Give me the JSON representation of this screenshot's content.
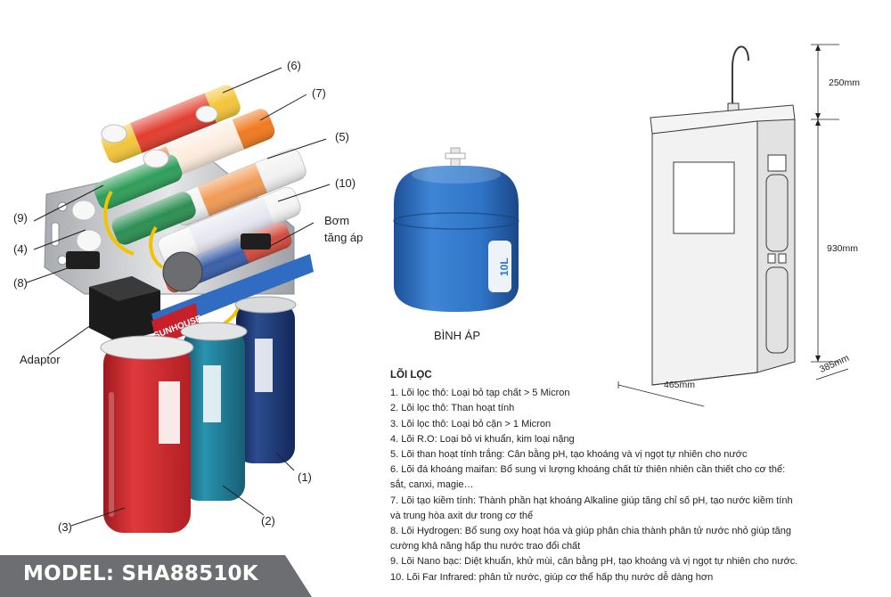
{
  "callouts": {
    "c6": "(6)",
    "c7": "(7)",
    "c5": "(5)",
    "c10": "(10)",
    "pump_line1": "Bơm",
    "pump_line2": "tăng áp",
    "c9": "(9)",
    "c4": "(4)",
    "c8": "(8)",
    "adaptor": "Adaptor",
    "c1": "(1)",
    "c2": "(2)",
    "c3": "(3)"
  },
  "product_labels": {
    "brand": "SUNHOUSE",
    "tank_capacity": "10L"
  },
  "tank": {
    "label": "BÌNH ÁP"
  },
  "dimensions": {
    "height_top": "250mm",
    "height_main": "930mm",
    "width": "465mm",
    "depth": "385mm"
  },
  "legend": {
    "title": "LÕI LỌC",
    "items": [
      "1. Lõi lọc thô: Loại bỏ tạp chất > 5 Micron",
      "2. Lõi lọc thô: Than hoạt tính",
      "3. Lõi lọc thô: Loại bỏ cặn > 1 Micron",
      "4. Lõi R.O: Loại bỏ vi khuẩn, kim loại nặng",
      "5. Lõi than hoạt tính trắng: Cân bằng pH, tạo khoáng và vị ngọt tự nhiên cho nước",
      "6. Lõi đá khoáng maifan: Bổ sung vi lượng khoáng chất từ thiên nhiên cần thiết cho cơ thể:",
      "sắt, canxi, magie…",
      "7. Lõi tạo kiềm tính: Thành phần hạt khoáng Alkaline giúp tăng chỉ số pH, tạo nước kiềm tính",
      "và trung hòa axit dư trong cơ thể",
      "8. Lõi Hydrogen: Bổ sung oxy hoạt hóa và giúp phân chia thành phân tử nước nhỏ giúp tăng",
      "cường khả năng hấp thu nước trao đổi chất",
      "9. Lõi Nano bạc: Diệt khuẩn, khử mùi, cân bằng pH, tạo khoáng và vị ngọt tự nhiên cho nước.",
      "10. Lõi Far Infrared: phân tử nước, giúp cơ thể hấp thụ nước dễ dàng hơn"
    ]
  },
  "model": {
    "text": "MODEL: SHA88510K"
  },
  "colors": {
    "housing_red": "#d7262b",
    "housing_teal": "#1f7f99",
    "housing_navy": "#1f3a77",
    "tank_blue": "#2f74c6",
    "banner_gray": "#6d6e71"
  }
}
